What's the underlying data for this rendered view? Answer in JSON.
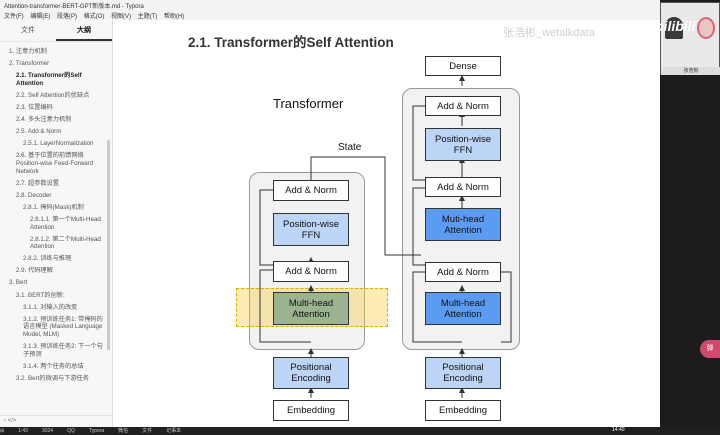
{
  "window": {
    "title": "Attention-transformer-BERT-GPT新版本.md - Typora",
    "menu": [
      "文件(F)",
      "编辑(E)",
      "段落(P)",
      "格式(O)",
      "视图(V)",
      "主题(T)",
      "帮助(H)"
    ]
  },
  "sidebar": {
    "tabs": [
      "文件",
      "大纲"
    ],
    "active_tab": "大纲",
    "outline": [
      {
        "label": "1. 注意力机制",
        "level": 1
      },
      {
        "label": "2. Transformer",
        "level": 1
      },
      {
        "label": "2.1. Transformer的Self Attention",
        "level": 2,
        "active": true
      },
      {
        "label": "2.2. Self Attention的优缺点",
        "level": 2
      },
      {
        "label": "2.3. 位置编码",
        "level": 2
      },
      {
        "label": "2.4. 多头注意力机制",
        "level": 2
      },
      {
        "label": "2.5. Add & Norm",
        "level": 2
      },
      {
        "label": "2.5.1. LayerNormalization",
        "level": 3
      },
      {
        "label": "2.6. 基于位置的前馈网络 Position-wise Feed-Forward Network",
        "level": 2
      },
      {
        "label": "2.7. 超参数设置",
        "level": 2
      },
      {
        "label": "2.8. Decoder",
        "level": 2
      },
      {
        "label": "2.8.1. 掩码(Mask)机制",
        "level": 3
      },
      {
        "label": "2.8.1.1. 第一个Multi-Head Attention",
        "level": 4
      },
      {
        "label": "2.8.1.2. 第二个Multi-Head Attention",
        "level": 4
      },
      {
        "label": "2.8.2. 训练与推理",
        "level": 3
      },
      {
        "label": "2.9. 代码理解",
        "level": 2
      },
      {
        "label": "3. Bert",
        "level": 1
      },
      {
        "label": "3.1. BERT的创新:",
        "level": 2
      },
      {
        "label": "3.1.1. 对输入的改变",
        "level": 3
      },
      {
        "label": "3.1.2. 预训练任务1: 带掩码的语言模型 (Masked Language Model, MLM)",
        "level": 3
      },
      {
        "label": "3.1.3. 预训练任务2: 下一个句子预测",
        "level": 3
      },
      {
        "label": "3.1.4. 两个任务的总结",
        "level": 3
      },
      {
        "label": "3.2. Bert的微调与下游任务",
        "level": 2
      }
    ],
    "footer": "‹  </>"
  },
  "doc": {
    "heading": "2.1. Transformer的Self Attention"
  },
  "diagram": {
    "title": "Transformer",
    "state_label": "State",
    "encoder": {
      "add_norm_top": "Add & Norm",
      "ffn": "Position-wise FFN",
      "add_norm_bottom": "Add & Norm",
      "attention": "Multi-head Attention",
      "positional": "Positional Encoding",
      "embedding": "Embedding"
    },
    "decoder": {
      "dense": "Dense",
      "add_norm_top": "Add & Norm",
      "ffn": "Position-wise FFN",
      "add_norm_mid": "Add & Norm",
      "cross_attention": "Muti-head Attention",
      "add_norm_bottom": "Add & Norm",
      "self_attention": "Multi-head Attention",
      "positional": "Positional Encoding",
      "embedding": "Embedding"
    },
    "colors": {
      "light_blue": "#bcd4f6",
      "mid_blue": "#5b9cf2",
      "highlight": "#f5c518",
      "green": "#9bb38e"
    }
  },
  "overlay": {
    "watermark": "张浩彬_wetalkdata",
    "brand": "bilibili",
    "cam_name": "张浩彬",
    "side_button": "弹"
  },
  "taskbar": {
    "items": [
      "⊞",
      "1:43",
      "3024",
      "QQ",
      "Typora",
      "微信",
      "文件",
      "记事本"
    ],
    "clock": "14:40"
  }
}
